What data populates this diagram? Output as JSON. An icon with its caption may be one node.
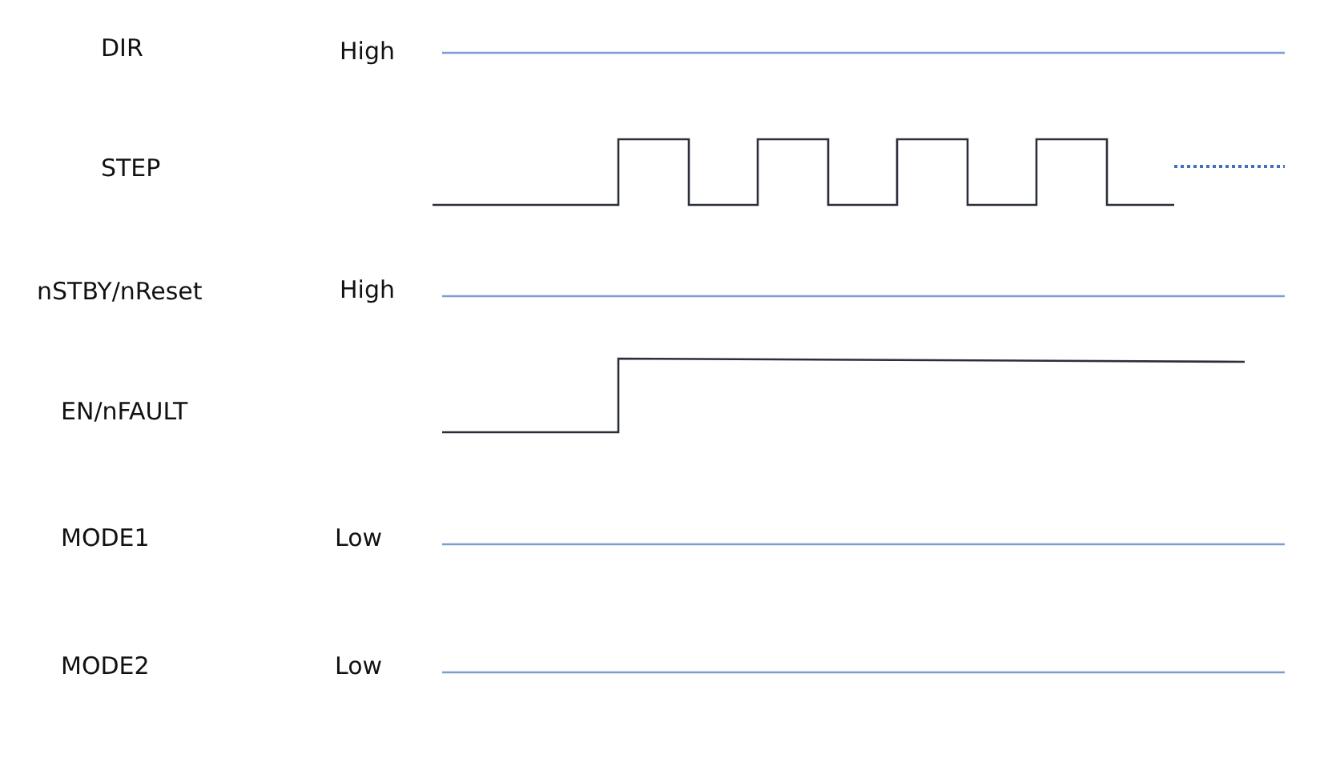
{
  "diagram": {
    "labels": [
      "DIR",
      "High",
      "STEP",
      "nSTBY/nReset",
      "High",
      "EN/nFAULT",
      "MODE1",
      "Low",
      "MODE2",
      "Low"
    ]
  }
}
